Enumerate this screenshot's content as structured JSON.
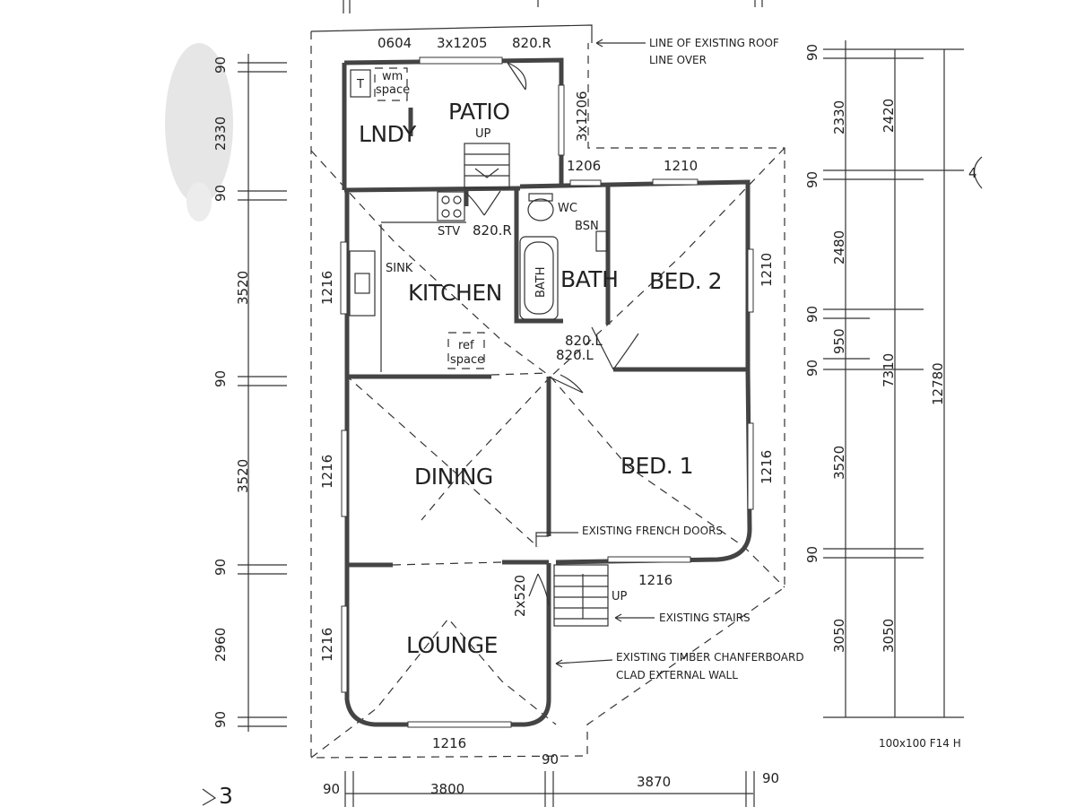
{
  "rooms": {
    "lndy": "LNDY",
    "patio": "PATIO",
    "kitchen": "KITCHEN",
    "bath": "BATH",
    "bed2": "BED. 2",
    "dining": "DINING",
    "bed1": "BED. 1",
    "lounge": "LOUNGE"
  },
  "fixtures": {
    "wm": "wm",
    "space": "space",
    "tub_t": "T",
    "sink": "SINK",
    "stv": "STV",
    "wc": "WC",
    "bsn": "BSN",
    "bath_tub": "BATH",
    "ref": "ref",
    "ref_space": "space",
    "up1": "UP",
    "up2": "UP"
  },
  "openings": {
    "top_1": "0604",
    "top_2": "3x1205",
    "top_3": "820.R",
    "patio_right": "3x1206",
    "w_1206": "1206",
    "w_1210_top": "1210",
    "door_820r": "820.R",
    "door_820l_a": "820.L",
    "door_820l_b": "820.L",
    "kitchen_left": "1216",
    "bed2_right": "1210",
    "dining_left": "1216",
    "bed1_right": "1216",
    "deck_1216": "1216",
    "french": "2x520",
    "lounge_left": "1216",
    "lounge_bottom": "1216"
  },
  "annotations": {
    "roof_1": "LINE OF EXISTING ROOF",
    "roof_2": "LINE OVER",
    "french_doors": "EXISTING FRENCH DOORS",
    "stairs": "EXISTING STAIRS",
    "wall_1": "EXISTING TIMBER CHANFERBOARD",
    "wall_2": "CLAD EXTERNAL WALL",
    "beam": "100x100 F14 H",
    "corner_mark": "3",
    "right_mark": "4"
  },
  "dims_left": [
    "90",
    "2330",
    "90",
    "3520",
    "90",
    "3520",
    "90",
    "2960",
    "90"
  ],
  "dims_right_1": [
    "90",
    "2330",
    "90",
    "2480",
    "90",
    "950",
    "90",
    "3520",
    "90",
    "3050"
  ],
  "dims_right_2": [
    "2420",
    "7310",
    "3050"
  ],
  "dims_right_3": "12780",
  "dims_bottom": [
    "90",
    "3800",
    "90",
    "3870",
    "90"
  ]
}
